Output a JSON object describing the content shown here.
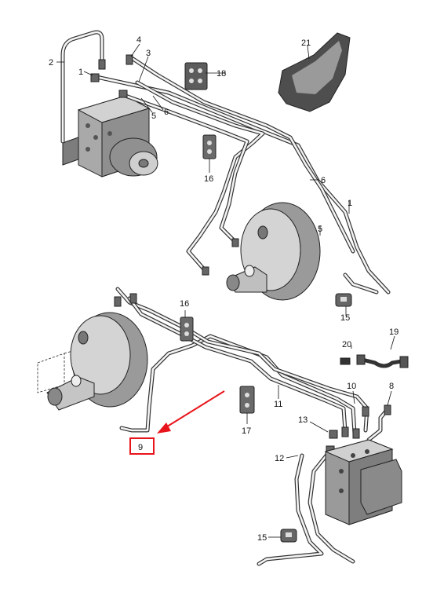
{
  "diagram": {
    "callouts": {
      "c1a": "1",
      "c1b": "1",
      "c2": "2",
      "c3": "3",
      "c4": "4",
      "c5a": "5",
      "c5b": "5",
      "c6a": "6",
      "c6b": "6",
      "c8": "8",
      "c9": "9",
      "c10": "10",
      "c11": "11",
      "c12": "12",
      "c13": "13",
      "c15a": "15",
      "c15b": "15",
      "c16a": "16",
      "c16b": "16",
      "c17": "17",
      "c18": "18",
      "c19": "19",
      "c20": "20",
      "c21": "21"
    },
    "highlight": {
      "color": "#e8141b"
    }
  }
}
